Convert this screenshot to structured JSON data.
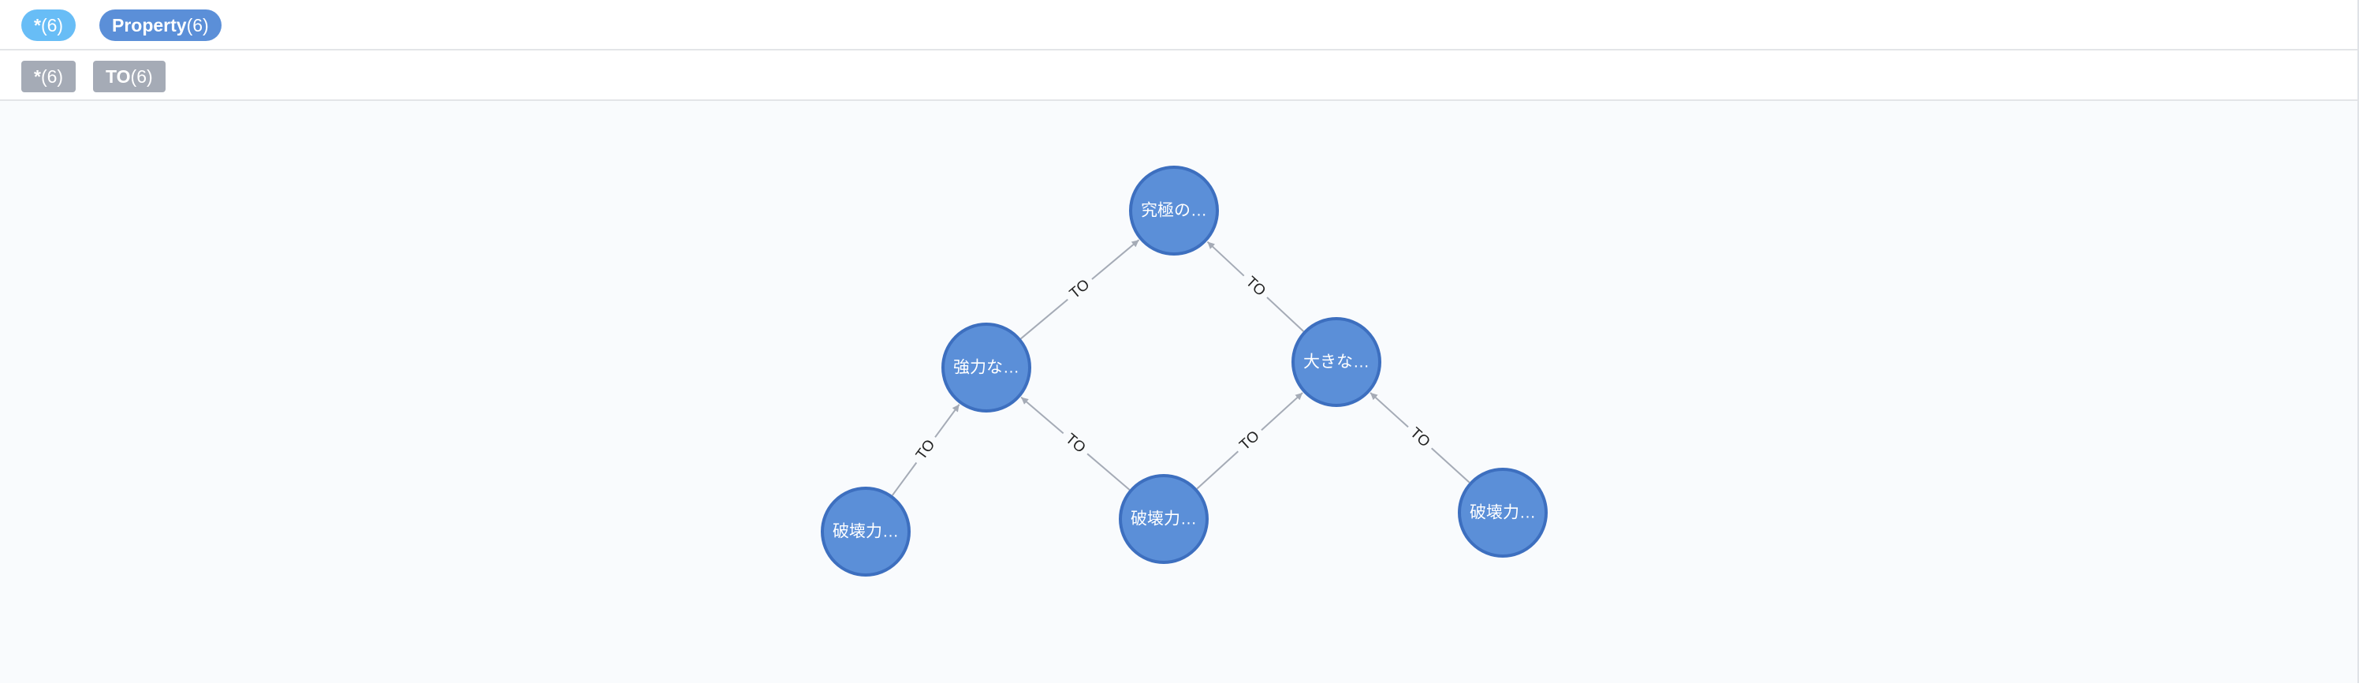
{
  "labels_bar": {
    "all": {
      "name": "*",
      "count": "(6)"
    },
    "property": {
      "name": "Property",
      "count": "(6)"
    }
  },
  "rels_bar": {
    "all": {
      "name": "*",
      "count": "(6)"
    },
    "to": {
      "name": "TO",
      "count": "(6)"
    }
  },
  "graph": {
    "nodes": [
      {
        "id": "n_top",
        "label": "究極の…"
      },
      {
        "id": "n_left",
        "label": "強力な…"
      },
      {
        "id": "n_right",
        "label": "大きな…"
      },
      {
        "id": "n_bl",
        "label": "破壊力…"
      },
      {
        "id": "n_bm",
        "label": "破壊力…"
      },
      {
        "id": "n_br",
        "label": "破壊力…"
      }
    ],
    "edges": [
      {
        "from": "n_left",
        "to": "n_top",
        "type": "TO"
      },
      {
        "from": "n_right",
        "to": "n_top",
        "type": "TO"
      },
      {
        "from": "n_bl",
        "to": "n_left",
        "type": "TO"
      },
      {
        "from": "n_bm",
        "to": "n_left",
        "type": "TO"
      },
      {
        "from": "n_bm",
        "to": "n_right",
        "type": "TO"
      },
      {
        "from": "n_br",
        "to": "n_right",
        "type": "TO"
      }
    ]
  },
  "colors": {
    "node_fill": "#5b8fd8",
    "node_stroke": "#3d6fbf",
    "edge": "#a5abb6",
    "edge_label": "#222222",
    "label_all_pill": "#68bdf6",
    "label_property_pill": "#5b8fd8",
    "rel_pill": "#a5abb6"
  }
}
